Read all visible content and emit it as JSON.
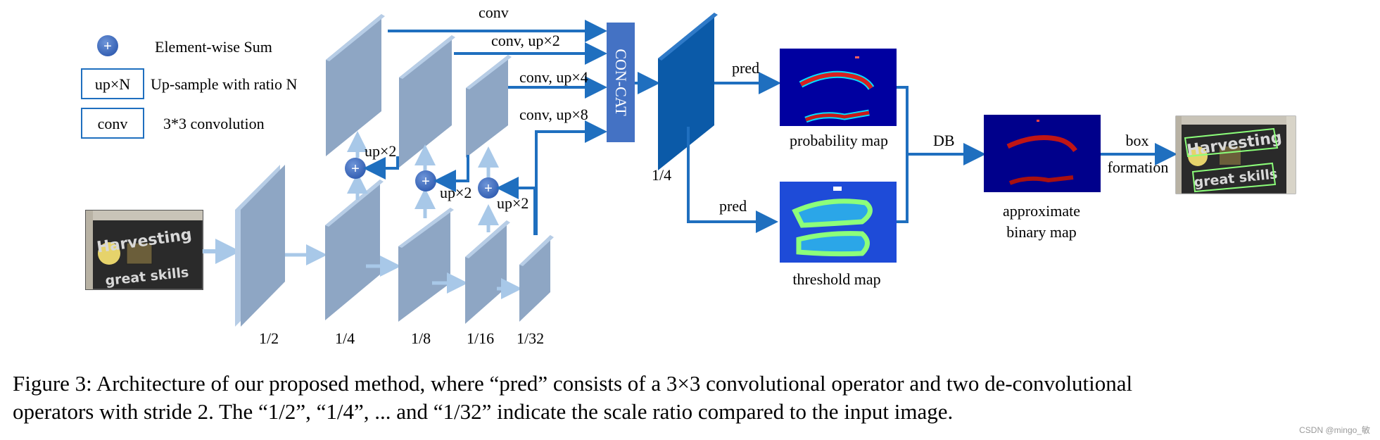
{
  "legend": {
    "sum_symbol": "+",
    "sum_label": "Element-wise Sum",
    "up_box": "up×N",
    "up_label": "Up-sample with ratio N",
    "conv_box": "conv",
    "conv_label": "3*3 convolution"
  },
  "backbone_scales": [
    "1/2",
    "1/4",
    "1/8",
    "1/16",
    "1/32"
  ],
  "fpn_ops": {
    "up2_a": "up×2",
    "up2_b": "up×2",
    "up2_c": "up×2"
  },
  "concat_ops": {
    "c1": "conv",
    "c2": "conv, up×2",
    "c3": "conv, up×4",
    "c4": "conv, up×8"
  },
  "concat_label": "CON-CAT",
  "feature_scale": "1/4",
  "pred_top": "pred",
  "pred_bottom": "pred",
  "probability_map": "probability map",
  "threshold_map": "threshold map",
  "db_label": "DB",
  "approx_line1": "approximate",
  "approx_line2": "binary map",
  "box_line1": "box",
  "box_line2": "formation",
  "input_text_line1": "Harvesting",
  "input_text_line2": "great skills",
  "caption": {
    "line1": "Figure 3: Architecture of our proposed method, where “pred” consists of a 3×3 convolutional operator and two de-convolutional",
    "line2": "operators with stride 2. The “1/2”, “1/4”, ... and “1/32” indicate the scale ratio compared to the input image."
  },
  "watermark": "CSDN @mingo_敏",
  "colors": {
    "block": "#8EA6C4",
    "block_side": "#B7CDE6",
    "arrow": "#1F6FBF",
    "arrow_light": "#A8C8E8",
    "concat": "#4472C4",
    "feature": "#0B5AA8",
    "map_bg": "#00008B"
  }
}
